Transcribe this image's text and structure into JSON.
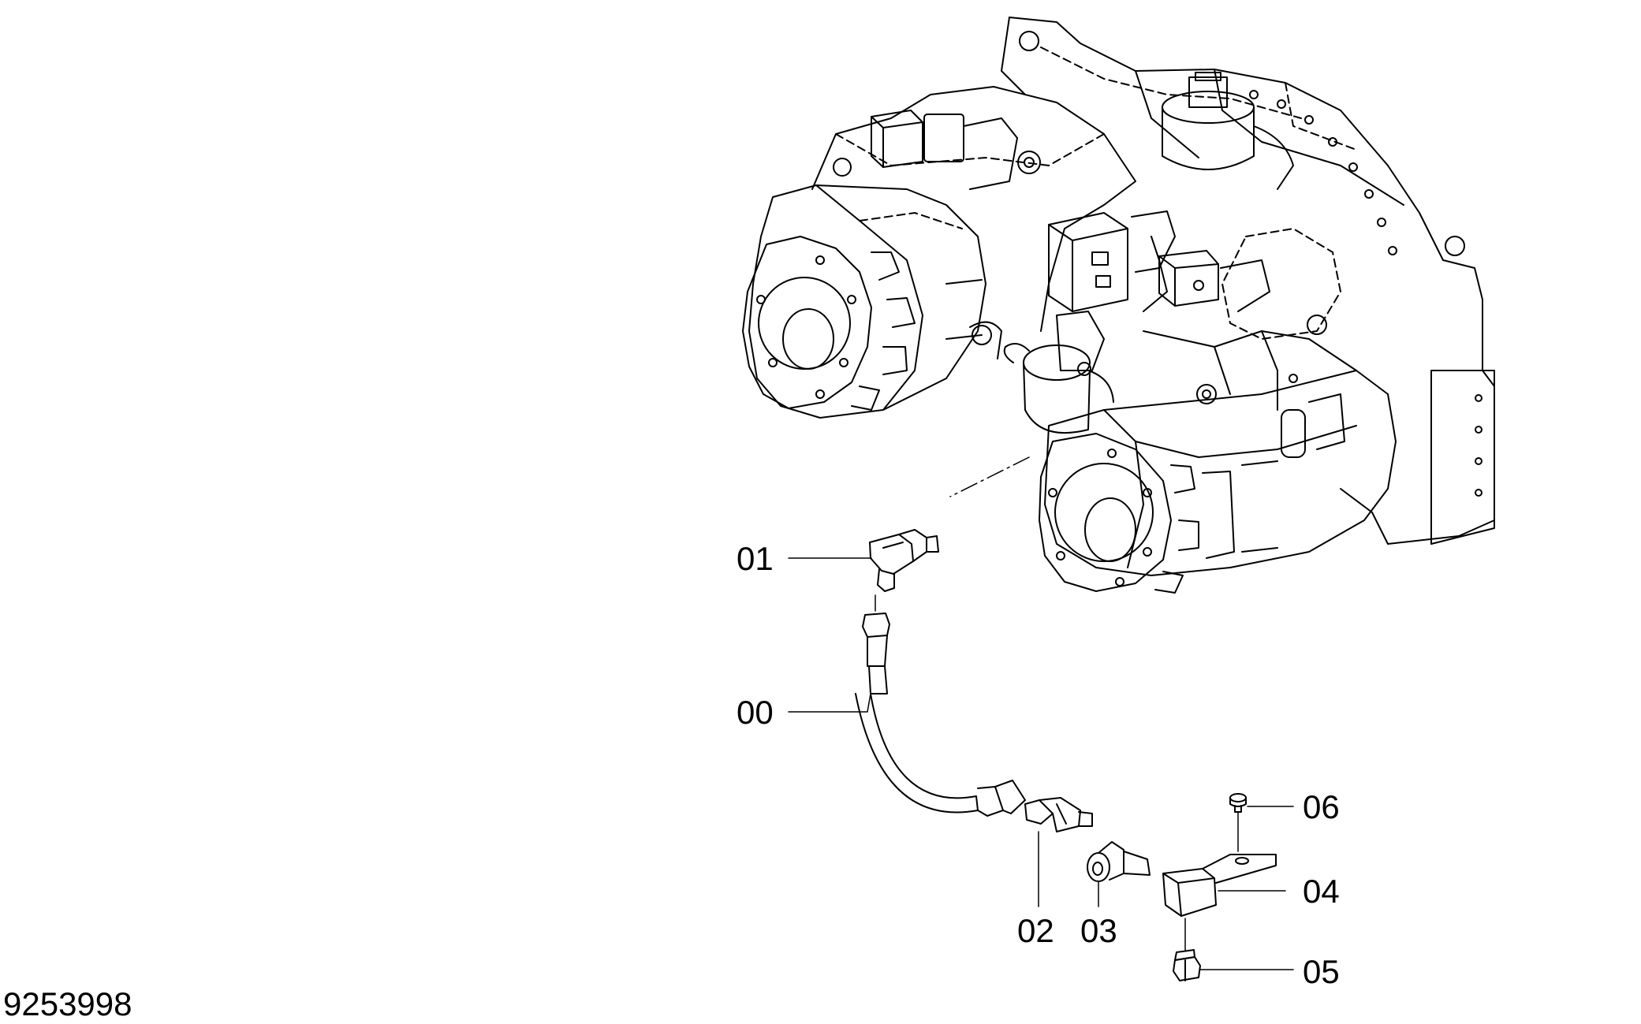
{
  "figure_code": "9253998",
  "callouts": {
    "c00": "00",
    "c01": "01",
    "c02": "02",
    "c03": "03",
    "c04": "04",
    "c05": "05",
    "c06": "06"
  },
  "colors": {
    "line": "#000000",
    "background": "#ffffff"
  }
}
